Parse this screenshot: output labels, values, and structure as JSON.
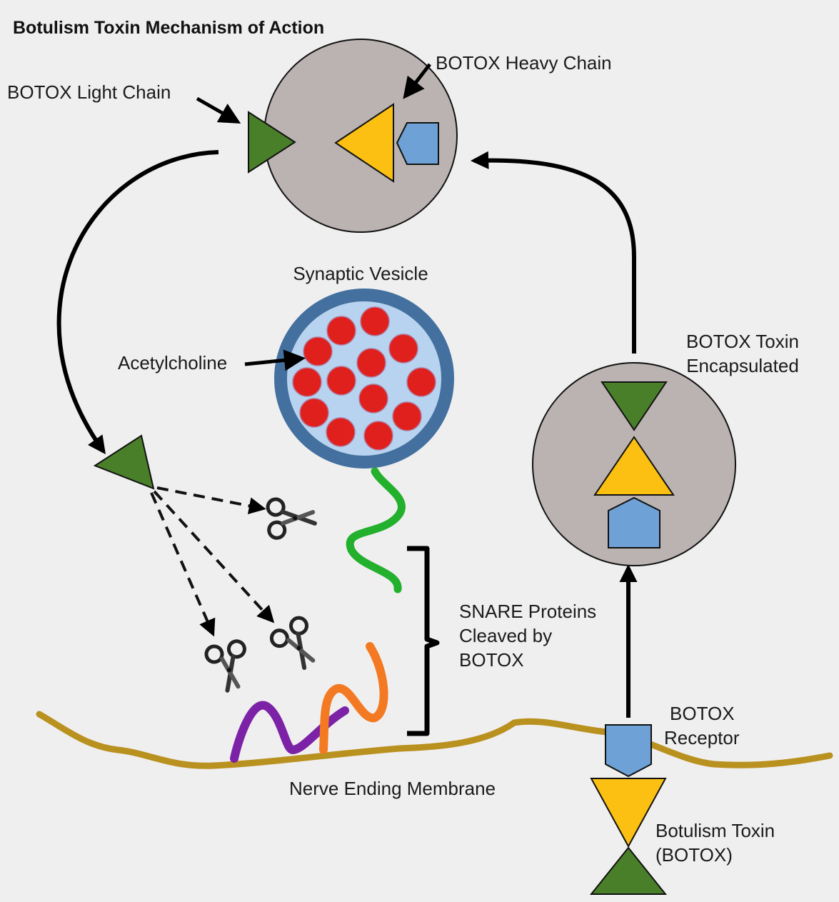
{
  "title": "Botulism Toxin Mechanism of Action",
  "labels": {
    "light_chain": "BOTOX Light Chain",
    "heavy_chain": "BOTOX Heavy Chain",
    "synaptic_vesicle": "Synaptic Vesicle",
    "acetylcholine": "Acetylcholine",
    "toxin_encapsulated": [
      "BOTOX Toxin",
      "Encapsulated"
    ],
    "snare": [
      "SNARE Proteins",
      "Cleaved by",
      "BOTOX"
    ],
    "receptor": [
      "BOTOX",
      "Receptor"
    ],
    "membrane": "Nerve Ending Membrane",
    "toxin": [
      "Botulism Toxin",
      "(BOTOX)"
    ]
  },
  "colors": {
    "light_chain": "#4a7f2a",
    "heavy_chain": "#fcc013",
    "receptor": "#6ea2d6",
    "endosome": "#bab3b2",
    "vesicle_ring": "#43709e",
    "vesicle_fill": "#b7d3ef",
    "acetylcholine": "#e0201c",
    "snare_green": "#22b02d",
    "snare_orange": "#f37a23",
    "snare_purple": "#7c22a6",
    "membrane": "#b9911f"
  }
}
